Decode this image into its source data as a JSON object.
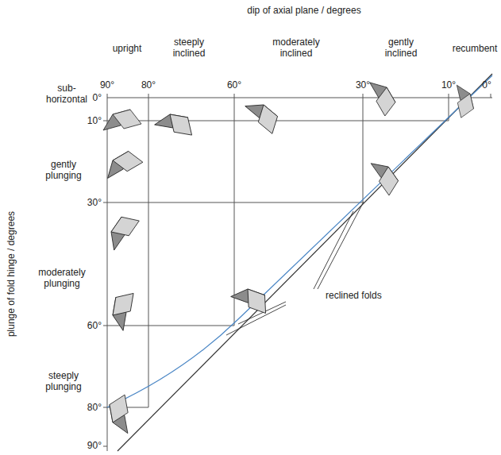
{
  "diagram": {
    "labels": [
      "dip of axial plane / degrees",
      "upright",
      "steeply inclined",
      "moderately inclined",
      "gently inclined",
      "recumbent",
      "90°",
      "80°",
      "60°",
      "30°",
      "10°",
      "0°",
      "plunge of fold hinge / degrees",
      "0°",
      "10°",
      "30°",
      "60°",
      "80°",
      "90°",
      "sub-horizontal",
      "gently plunging",
      "moderately plunging",
      "steeply plunging",
      "reclined folds"
    ]
  }
}
